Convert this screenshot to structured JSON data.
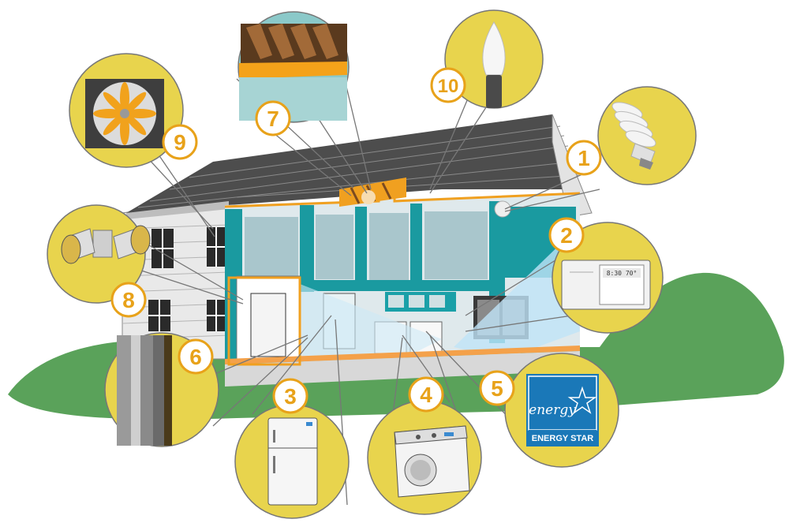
{
  "callouts": [
    {
      "number": "1",
      "icon": "cfl-bulb-icon"
    },
    {
      "number": "2",
      "icon": "thermostat-icon"
    },
    {
      "number": "3",
      "icon": "refrigerator-icon"
    },
    {
      "number": "4",
      "icon": "washing-machine-icon"
    },
    {
      "number": "5",
      "icon": "energy-star-icon"
    },
    {
      "number": "6",
      "icon": "wall-insulation-icon"
    },
    {
      "number": "7",
      "icon": "attic-insulation-icon"
    },
    {
      "number": "8",
      "icon": "flood-light-icon"
    },
    {
      "number": "9",
      "icon": "exhaust-fan-icon"
    },
    {
      "number": "10",
      "icon": "candle-bulb-icon"
    }
  ],
  "thermostat_display": "8:30 70°",
  "energy_star": {
    "script": "energy",
    "label": "ENERGY STAR"
  },
  "colors": {
    "accent": "#e8a21a",
    "badge_bg": "#e8d44d",
    "teal": "#1aa0a8",
    "lawn": "#5aa25a"
  }
}
